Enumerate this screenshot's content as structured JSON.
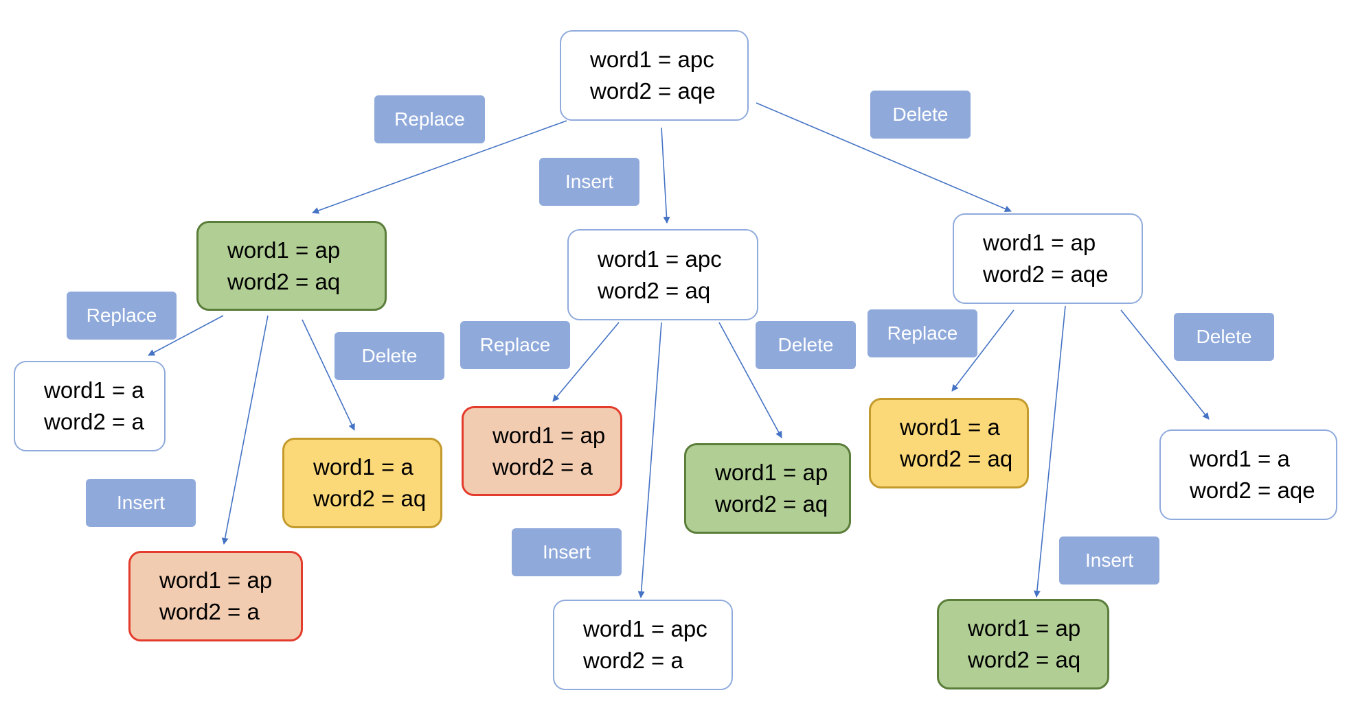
{
  "colors": {
    "edge": "#4472c4",
    "label_bg": "#8fa9db",
    "node_border": "#8faadc",
    "green_fill": "#b1cf95",
    "yellow_fill": "#fcd978",
    "red_fill": "#f2ccb1"
  },
  "nodes": {
    "root": {
      "word1": "word1 = apc",
      "word2": "word2 = aqe"
    },
    "l1_replace": {
      "word1": "word1 = ap",
      "word2": "word2 = aq"
    },
    "l1_insert": {
      "word1": "word1 = apc",
      "word2": "word2 = aq"
    },
    "l1_delete": {
      "word1": "word1 = ap",
      "word2": "word2 = aqe"
    },
    "a_replace": {
      "word1": "word1 = a",
      "word2": "word2 = a"
    },
    "a_insert": {
      "word1": "word1 = ap",
      "word2": "word2 = a"
    },
    "a_delete": {
      "word1": "word1 = a",
      "word2": "word2 = aq"
    },
    "b_replace": {
      "word1": "word1 = ap",
      "word2": "word2 = a"
    },
    "b_insert": {
      "word1": "word1 = apc",
      "word2": "word2 = a"
    },
    "b_delete": {
      "word1": "word1 = ap",
      "word2": "word2 = aq"
    },
    "c_replace": {
      "word1": "word1 = a",
      "word2": "word2 = aq"
    },
    "c_insert": {
      "word1": "word1 = ap",
      "word2": "word2 = aq"
    },
    "c_delete": {
      "word1": "word1 = a",
      "word2": "word2 = aqe"
    }
  },
  "operations": {
    "replace": "Replace",
    "insert": "Insert",
    "delete": "Delete"
  }
}
